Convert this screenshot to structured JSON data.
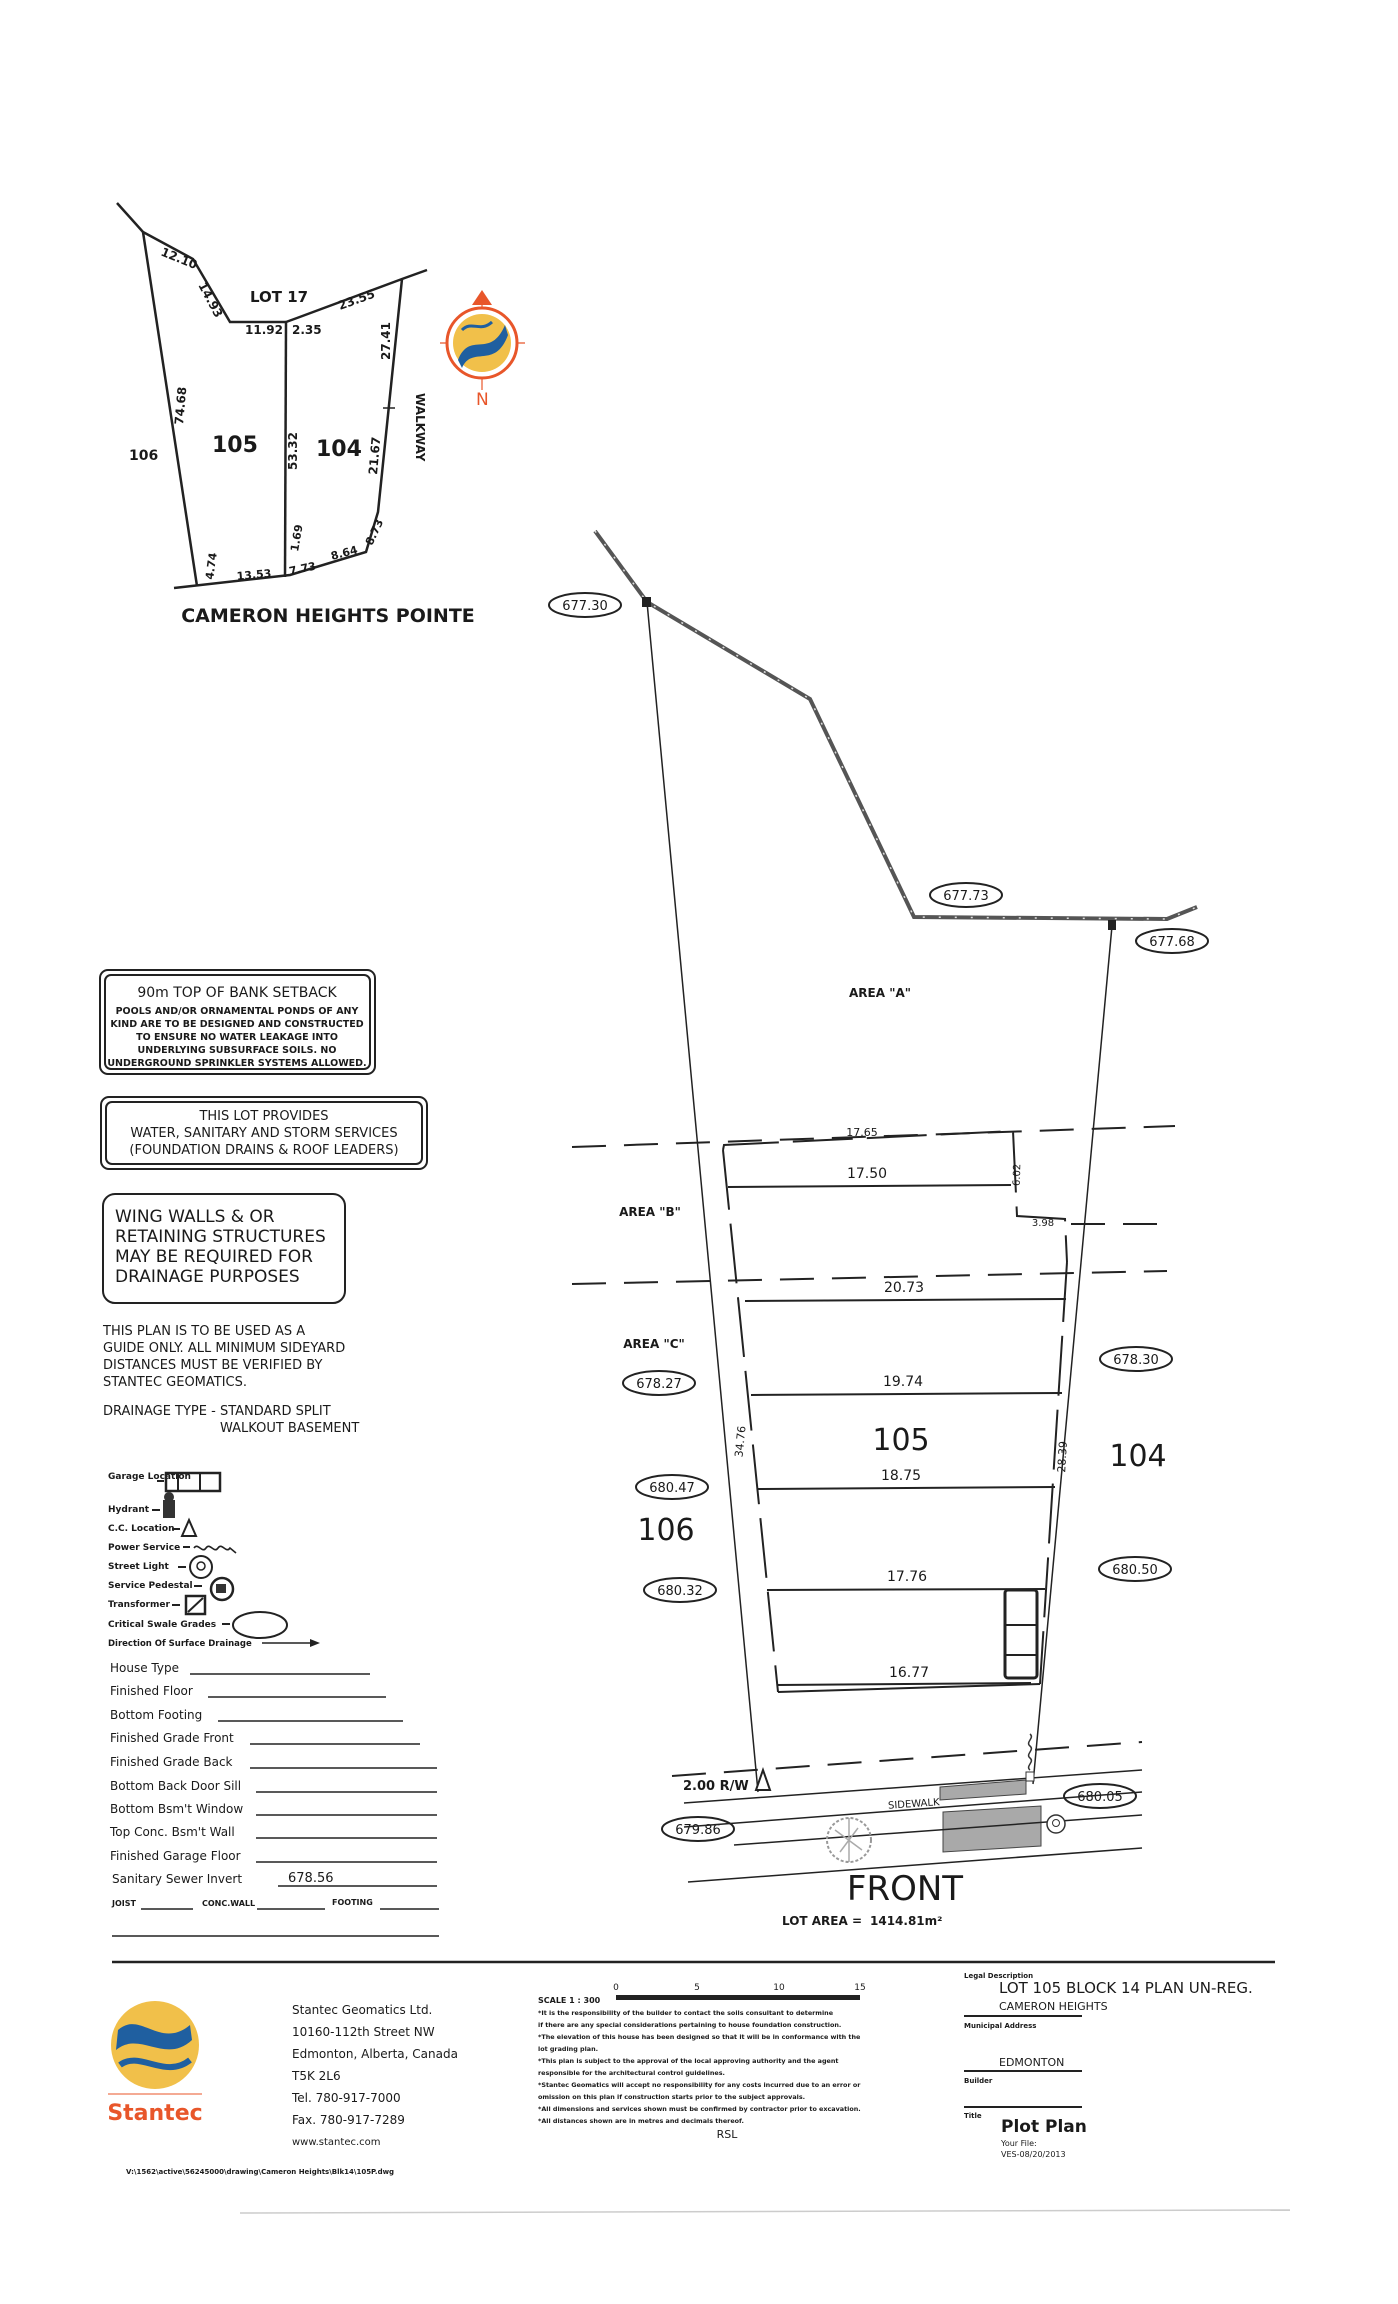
{
  "key_map": {
    "lot17": "LOT 17",
    "lot105": "105",
    "lot104": "104",
    "lot106": "106",
    "walkway": "WALKWAY",
    "street": "CAMERON HEIGHTS POINTE",
    "north": "N",
    "dims": {
      "d1210": "12.10",
      "d1493": "14.93",
      "d1192": "11.92",
      "d235": "2.35",
      "d2355": "23.55",
      "d2741": "27.41",
      "d7468": "74.68",
      "d5332": "53.32",
      "d2167": "21.67",
      "d169": "1.69",
      "d873": "8.73",
      "d864": "8.64",
      "d773": "7.73",
      "d1353": "13.53",
      "d474": "4.74"
    }
  },
  "notes": {
    "setback_title": "90m TOP OF BANK SETBACK",
    "setback_lines": [
      "POOLS AND/OR ORNAMENTAL PONDS OF ANY",
      "KIND ARE TO BE DESIGNED AND CONSTRUCTED",
      "TO ENSURE NO WATER LEAKAGE INTO",
      "UNDERLYING SUBSURFACE SOILS. NO",
      "UNDERGROUND SPRINKLER SYSTEMS ALLOWED."
    ],
    "services_lines": [
      "THIS LOT PROVIDES",
      "WATER, SANITARY AND STORM SERVICES",
      "(FOUNDATION DRAINS & ROOF LEADERS)"
    ],
    "wingwall_lines": [
      "WING WALLS & OR",
      "RETAINING STRUCTURES",
      "MAY BE REQUIRED FOR",
      "DRAINAGE PURPOSES"
    ],
    "guide_lines": [
      "THIS PLAN IS TO BE USED AS A",
      "GUIDE ONLY. ALL MINIMUM SIDEYARD",
      "DISTANCES MUST BE VERIFIED BY",
      "STANTEC GEOMATICS."
    ],
    "drainage_label": "DRAINAGE TYPE - STANDARD SPLIT",
    "drainage_value": "WALKOUT BASEMENT"
  },
  "legend": {
    "symbols": [
      "Garage Location",
      "Hydrant",
      "C.C. Location",
      "Power Service",
      "Street Light",
      "Service Pedestal",
      "Transformer",
      "Critical Swale Grades",
      "Direction Of Surface Drainage"
    ],
    "fields": [
      {
        "label": "House Type",
        "value": ""
      },
      {
        "label": "Finished Floor",
        "value": ""
      },
      {
        "label": "Bottom Footing",
        "value": ""
      },
      {
        "label": "Finished Grade Front",
        "value": ""
      },
      {
        "label": "Finished Grade Back",
        "value": ""
      },
      {
        "label": "Bottom Back Door Sill",
        "value": ""
      },
      {
        "label": "Bottom Bsm't Window",
        "value": ""
      },
      {
        "label": "Top Conc. Bsm't Wall",
        "value": ""
      },
      {
        "label": "Finished Garage Floor",
        "value": ""
      },
      {
        "label": "Sanitary Sewer Invert",
        "value": "678.56"
      }
    ],
    "joist": "JOIST",
    "conc_wall": "CONC.WALL",
    "footing": "FOOTING"
  },
  "plan": {
    "area_a": "AREA \"A\"",
    "area_b": "AREA \"B\"",
    "area_c": "AREA \"C\"",
    "lot105": "105",
    "lot104": "104",
    "lot106": "106",
    "elevations": {
      "e67730": "677.30",
      "e67773": "677.73",
      "e67768": "677.68",
      "e67827": "678.27",
      "e67830": "678.30",
      "e68047": "680.47",
      "e68032": "680.32",
      "e68050": "680.50",
      "e67986": "679.86",
      "e68005": "680.05"
    },
    "dims": {
      "d1765": "17.65",
      "d1750": "17.50",
      "d602": "6.02",
      "d398": "3.98",
      "d2073": "20.73",
      "d1974": "19.74",
      "d3476": "34.76",
      "d2839": "28.39",
      "d1875": "18.75",
      "d1776": "17.76",
      "d1677": "16.77"
    },
    "row": "2.00 R/W",
    "sidewalk": "SIDEWALK",
    "front": "FRONT",
    "lot_area_label": "LOT AREA =",
    "lot_area_value": "1414.81m²"
  },
  "footer": {
    "brand": "Stantec",
    "company": [
      "Stantec Geomatics Ltd.",
      "10160-112th Street NW",
      "Edmonton, Alberta, Canada",
      "T5K 2L6",
      "Tel.   780-917-7000",
      "Fax.   780-917-7289",
      "www.stantec.com"
    ],
    "scale_label": "SCALE 1 : 300",
    "scale_ticks": [
      "0",
      "5",
      "10",
      "15"
    ],
    "disclaimers": [
      "*It is the responsibility of the builder to contact the soils consultant to determine",
      "if there are any special considerations pertaining to house foundation construction.",
      "*The elevation of this house has been designed so that it will be in conformance with the",
      "lot grading plan.",
      "*This plan is subject to the approval of the local approving authority and the agent",
      "responsible for the architectural control guidelines.",
      "*Stantec Geomatics will accept no responsibility for any costs incurred due to an error or",
      "omission on this plan if construction starts prior to the subject approvals.",
      "*All dimensions and services shown must be confirmed by contractor prior to excavation.",
      "*All distances shown are in metres and decimals thereof."
    ],
    "rsl": "RSL",
    "legal_label": "Legal Description",
    "legal_value": "LOT 105 BLOCK 14 PLAN UN-REG.",
    "subdivision": "CAMERON HEIGHTS",
    "municipal_label": "Municipal Address",
    "municipal_value": "EDMONTON",
    "builder_label": "Builder",
    "title_label": "Title",
    "title_value": "Plot Plan",
    "file_label": "Your File:",
    "file_value": "VES-08/20/2013",
    "file_path": "V:\\1562\\active\\56245000\\drawing\\Cameron Heights\\Blk14\\105P.dwg"
  },
  "colors": {
    "brand_orange": "#e8562a",
    "logo_blue": "#1f5fa0",
    "logo_gold": "#f1c04a",
    "ink": "#1a1a1a",
    "pavement": "#a9a9a9"
  }
}
